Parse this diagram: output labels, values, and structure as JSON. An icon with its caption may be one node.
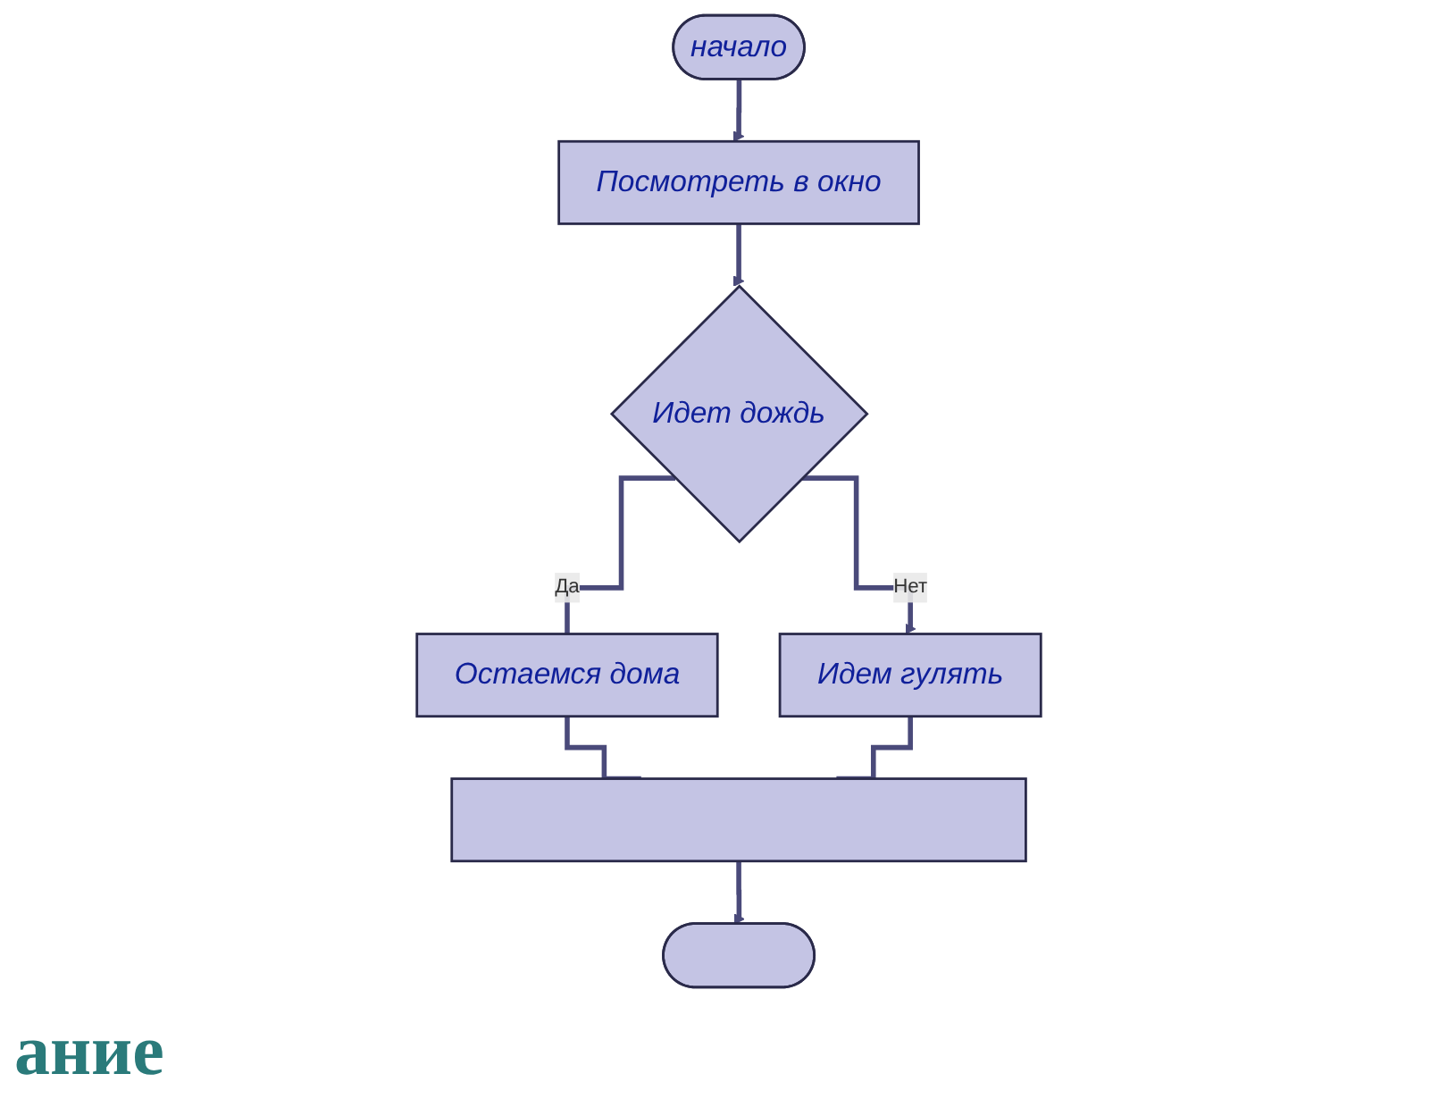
{
  "diagram": {
    "nodes": [
      {
        "text": [
          "начало"
        ]
      },
      {
        "text": [
          "Посмотреть в окно"
        ]
      },
      {
        "text": [
          "Идет дождь"
        ]
      },
      {
        "text": [
          "Остаемся дома"
        ]
      },
      {
        "text": [
          "Идем гулять"
        ]
      },
      {
        "text": [],
        "shape": "bar"
      },
      {
        "text": [],
        "shape": "oval"
      }
    ],
    "edges": [
      {
        "from": 0,
        "to": 1,
        "arrow": "to"
      },
      {
        "from": 1,
        "to": 2,
        "arrow": "to"
      },
      {
        "from": 2,
        "to": 3,
        "label": "Да",
        "arrow": "none"
      },
      {
        "from": 2,
        "to": 4,
        "label": "Нет",
        "arrow": "to"
      },
      {
        "from": 3,
        "to": 5,
        "arrow": "none"
      },
      {
        "from": 4,
        "to": 5,
        "arrow": "none"
      },
      {
        "from": 5,
        "to": 6,
        "arrow": "to"
      }
    ],
    "labels": [
      "ание"
    ]
  }
}
